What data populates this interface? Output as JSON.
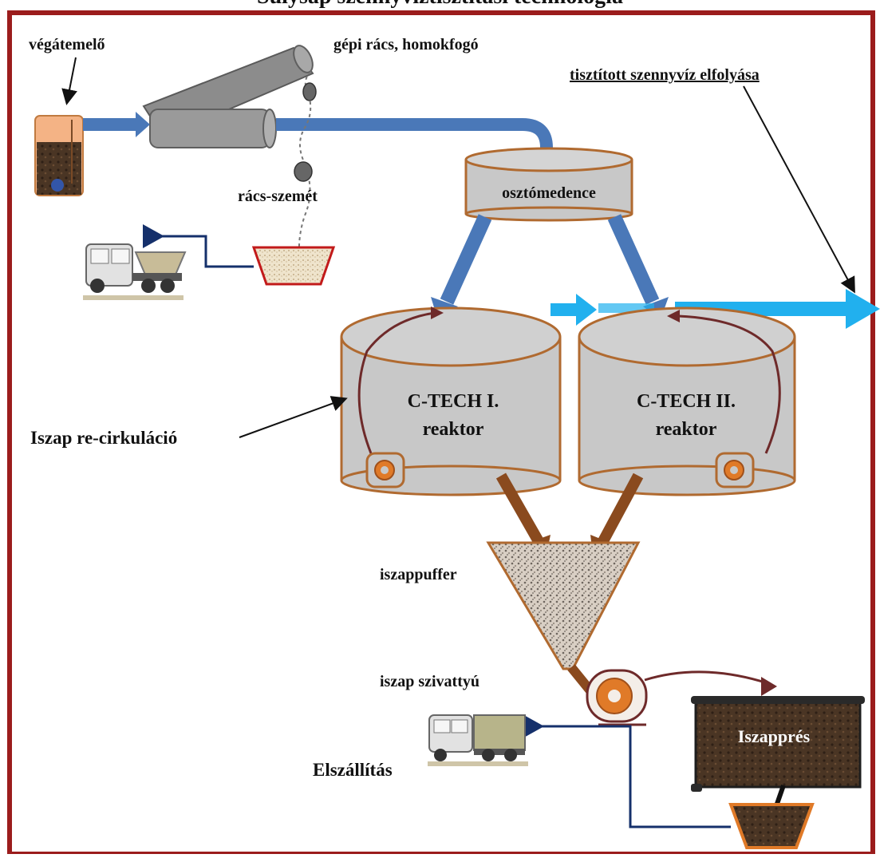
{
  "title": "Sülysáp szennyvíztisztítási technológia",
  "labels": {
    "vegatemelo": "végátemelő",
    "gepi_racs": "gépi rács, homokfogó",
    "racs_szemet": "rács-szemét",
    "tisztitott": "tisztított szennyvíz elfolyása",
    "osztomedence": "osztómedence",
    "reactor1_line1": "C-TECH I.",
    "reactor1_line2": "reaktor",
    "reactor2_line1": "C-TECH II.",
    "reactor2_line2": "reaktor",
    "recirkulacio": "Iszap re-cirkuláció",
    "iszappuffer": "iszappuffer",
    "iszap_szivattyu": "iszap szivattyú",
    "iszappres": "Iszapprés",
    "elszallitas": "Elszállítás"
  },
  "colors": {
    "frame": "#9b1c1c",
    "pipe": "#4a78b8",
    "effluent": "#21b0ee",
    "tank_fill": "#c8c8c8",
    "tank_stroke": "#b06a30",
    "sludge": "#8a4a1e",
    "recirc": "#6e2a2a",
    "navy": "#15306b"
  }
}
